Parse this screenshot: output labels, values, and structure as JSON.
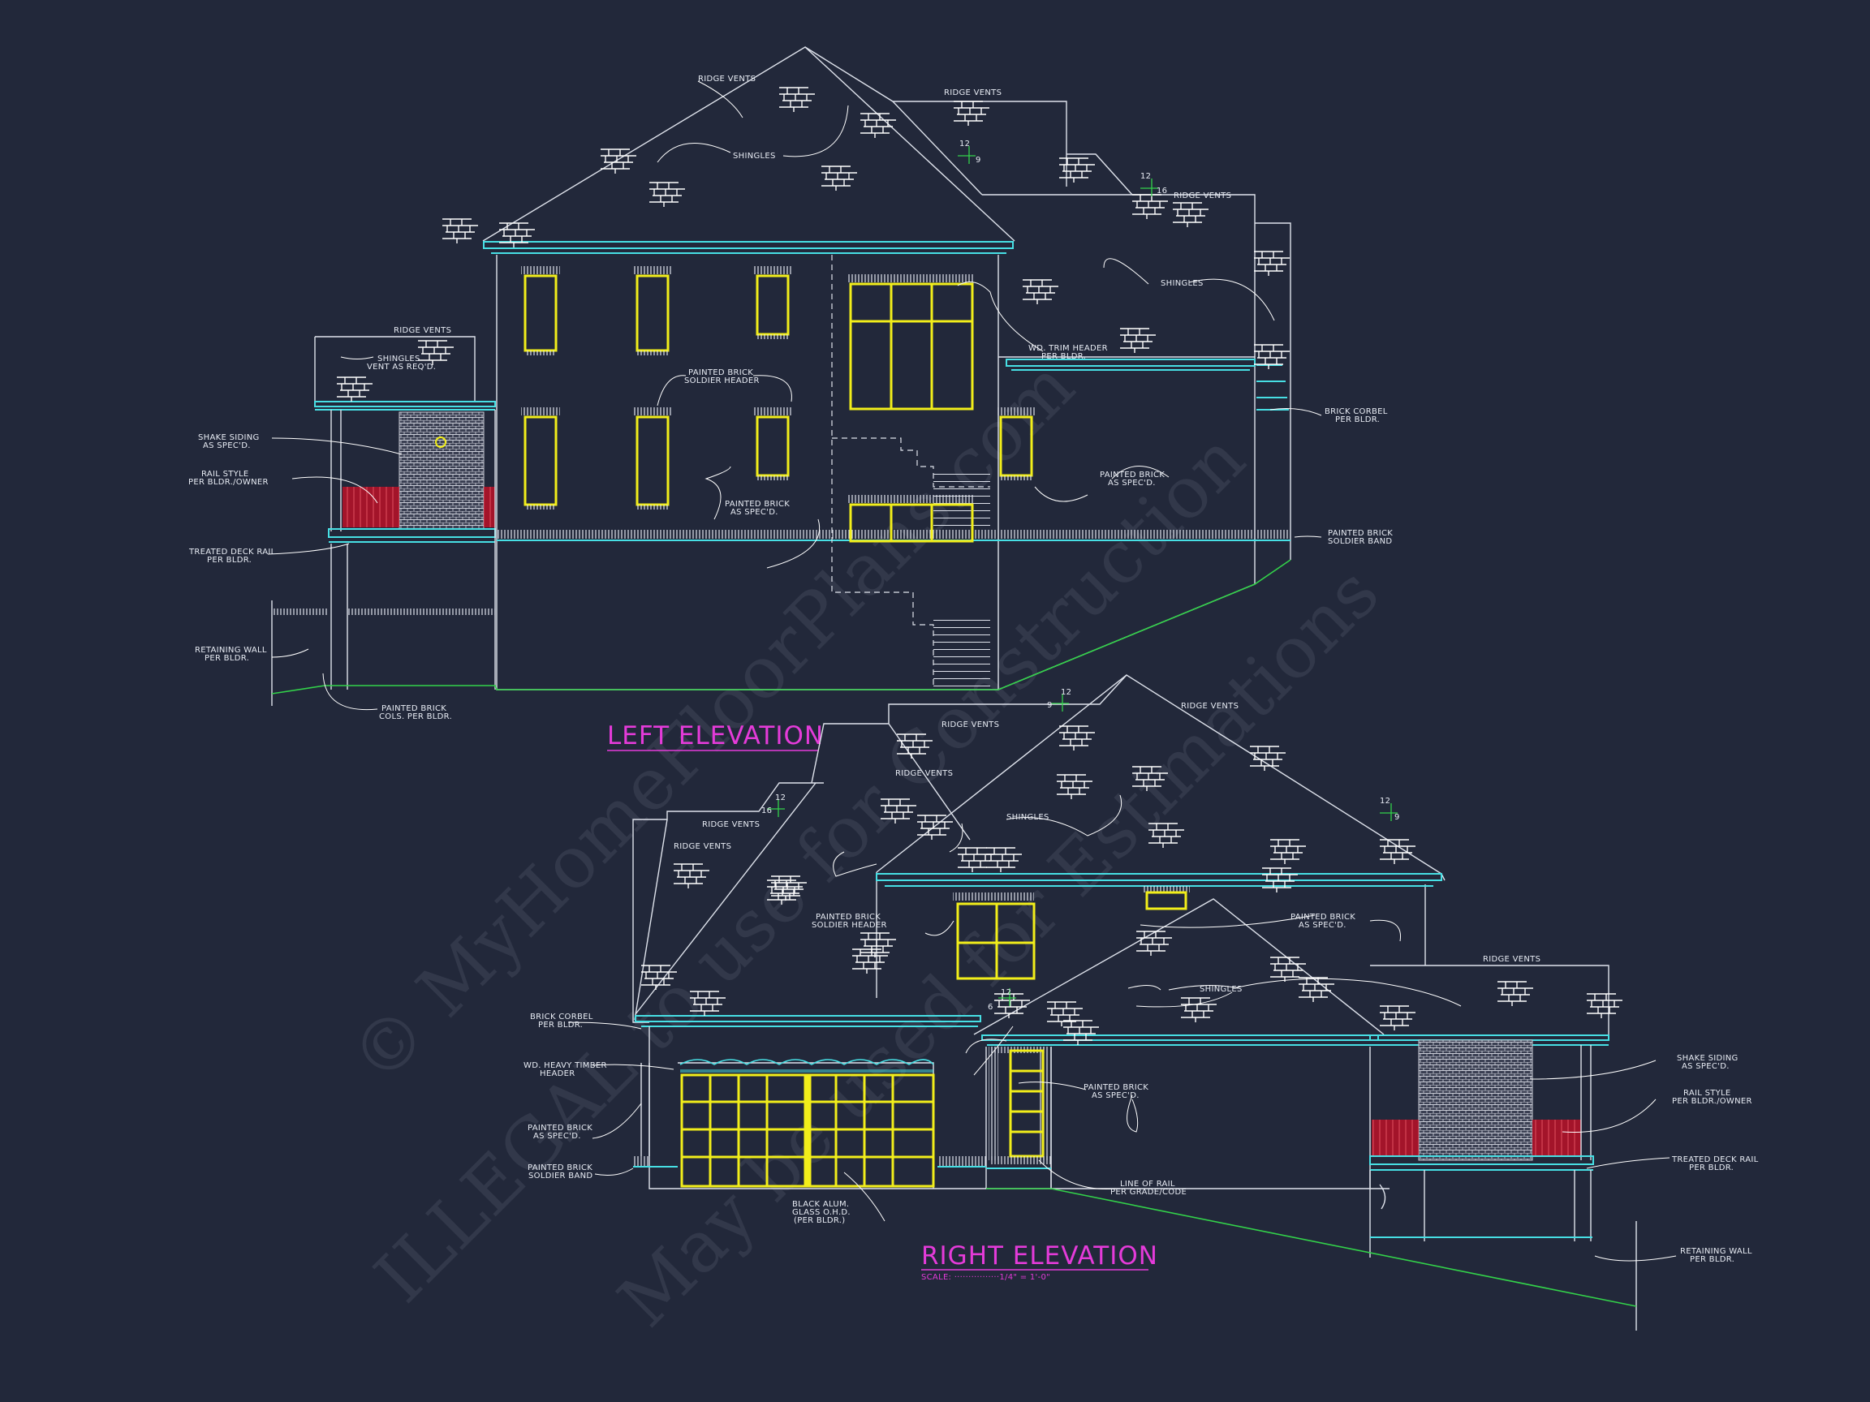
{
  "drawing": {
    "background": "#22283a",
    "colors": {
      "lines": "#dfe3ec",
      "trim": "#47dfe4",
      "windows": "#f2ee1a",
      "grade": "#33d24a",
      "railing": "#b3162a",
      "titles": "#e43bd9"
    }
  },
  "watermark": {
    "line1": "© MyHomeFloorPlans.com",
    "line2": "ILLEGAL to use for Construction",
    "line3": "May be used for Estimations"
  },
  "left_elevation": {
    "title": "LEFT ELEVATION",
    "labels": {
      "ridge_vents_1": "RIDGE VENTS",
      "ridge_vents_2": "RIDGE VENTS",
      "ridge_vents_3": "RIDGE VENTS",
      "ridge_vents_4": "RIDGE VENTS",
      "shingles_1": "SHINGLES",
      "shingles_2": "SHINGLES",
      "shingles_vent_1": "SHINGLES",
      "shingles_vent_2": "VENT AS REQ'D.",
      "pitch_a_run": "12",
      "pitch_a_rise": "9",
      "pitch_b_run": "12",
      "pitch_b_rise": "16",
      "trim_header_1": "WD. TRIM HEADER",
      "trim_header_2": "PER BLDR.",
      "soldier_header_1": "PAINTED BRICK",
      "soldier_header_2": "SOLDIER HEADER",
      "shake_siding_1": "SHAKE SIDING",
      "shake_siding_2": "AS SPEC'D.",
      "rail_style_1": "RAIL STYLE",
      "rail_style_2": "PER BLDR./OWNER",
      "brick_corbel_1": "BRICK CORBEL",
      "brick_corbel_2": "PER BLDR.",
      "painted_brick_a_1": "PAINTED BRICK",
      "painted_brick_a_2": "AS SPEC'D.",
      "painted_brick_b_1": "PAINTED BRICK",
      "painted_brick_b_2": "AS SPEC'D.",
      "deck_rail_1": "TREATED DECK RAIL",
      "deck_rail_2": "PER BLDR.",
      "soldier_band_1": "PAINTED BRICK",
      "soldier_band_2": "SOLDIER BAND",
      "retaining_wall_1": "RETAINING WALL",
      "retaining_wall_2": "PER BLDR.",
      "brick_cols_1": "PAINTED BRICK",
      "brick_cols_2": "COLS. PER BLDR."
    }
  },
  "right_elevation": {
    "title": "RIGHT ELEVATION",
    "scale": "SCALE: ················1/4\" = 1'-0\"",
    "labels": {
      "ridge_vents_1": "RIDGE VENTS",
      "ridge_vents_2": "RIDGE VENTS",
      "ridge_vents_3": "RIDGE VENTS",
      "ridge_vents_4": "RIDGE VENTS",
      "ridge_vents_5": "RIDGE VENTS",
      "ridge_vents_6": "RIDGE VENTS",
      "shingles_1": "SHINGLES",
      "shingles_2": "SHINGLES",
      "pitch_a_run": "12",
      "pitch_a_rise": "9",
      "pitch_b_run": "12",
      "pitch_b_rise": "16",
      "pitch_c_run": "12",
      "pitch_c_rise": "9",
      "pitch_d_run": "12",
      "pitch_d_rise": "6",
      "soldier_header_1": "PAINTED BRICK",
      "soldier_header_2": "SOLDIER HEADER",
      "painted_brick_a_1": "PAINTED BRICK",
      "painted_brick_a_2": "AS SPEC'D.",
      "brick_corbel_1": "BRICK CORBEL",
      "brick_corbel_2": "PER BLDR.",
      "timber_header_1": "WD. HEAVY TIMBER",
      "timber_header_2": "HEADER",
      "painted_brick_b_1": "PAINTED BRICK",
      "painted_brick_b_2": "AS SPEC'D.",
      "painted_brick_c_1": "PAINTED BRICK",
      "painted_brick_c_2": "AS SPEC'D.",
      "soldier_band_1": "PAINTED BRICK",
      "soldier_band_2": "SOLDIER BAND",
      "garage_door_1": "BLACK ALUM.",
      "garage_door_2": "GLASS O.H.D.",
      "garage_door_3": "(PER BLDR.)",
      "line_of_rail_1": "LINE OF RAIL",
      "line_of_rail_2": "PER GRADE/CODE",
      "shake_siding_1": "SHAKE SIDING",
      "shake_siding_2": "AS SPEC'D.",
      "rail_style_1": "RAIL STYLE",
      "rail_style_2": "PER BLDR./OWNER",
      "deck_rail_1": "TREATED DECK RAIL",
      "deck_rail_2": "PER BLDR.",
      "retaining_wall_1": "RETAINING WALL",
      "retaining_wall_2": "PER BLDR."
    }
  }
}
